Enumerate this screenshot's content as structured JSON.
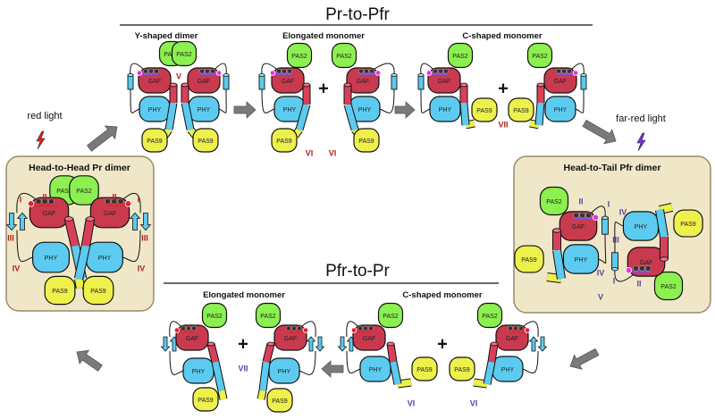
{
  "top": {
    "title": "Pr-to-Pfr",
    "stages": [
      "Y-shaped dimer",
      "Elongated monomer",
      "C-shaped monomer"
    ],
    "numerals": {
      "y_dimer": "V",
      "elongated": [
        "VI",
        "VI"
      ],
      "c_shaped": "VII"
    }
  },
  "bottom": {
    "title": "Pfr-to-Pr",
    "stages": [
      "Elongated monomer",
      "C-shaped monomer"
    ],
    "numerals": {
      "elongated": "VII",
      "c_shaped": [
        "VI",
        "VI"
      ]
    }
  },
  "left_box": {
    "title": "Head-to-Head Pr dimer",
    "numerals": [
      "I",
      "II",
      "III",
      "IV",
      "I",
      "II",
      "III",
      "IV"
    ]
  },
  "right_box": {
    "title": "Head-to-Tail Pfr dimer",
    "numerals": [
      "II",
      "I",
      "IV",
      "III",
      "IV",
      "I",
      "II",
      "V"
    ]
  },
  "lights": {
    "red": "red light",
    "far_red": "far-red light"
  },
  "plus": "+",
  "domains": {
    "pas2": "PAS2",
    "gaf": "GAF",
    "phy": "PHY",
    "pas9": "PAS9"
  },
  "colors": {
    "pas2": "#8cf050",
    "gaf": "#c93a4f",
    "phy": "#5ccbef",
    "pas9": "#eef04c",
    "box_fill": "#efe7c8",
    "box_border": "#9a8c68",
    "pr_chromophore": "#e8202a",
    "pfr_chromophore": "#8a4ad0",
    "pfr_ring": "#f030e0",
    "numeral_red": "#b02020",
    "numeral_purple": "#6040b0",
    "arrow": "#7a7a7a",
    "red_bolt": "#e82020",
    "far_red_bolt": "#7a30e0"
  }
}
